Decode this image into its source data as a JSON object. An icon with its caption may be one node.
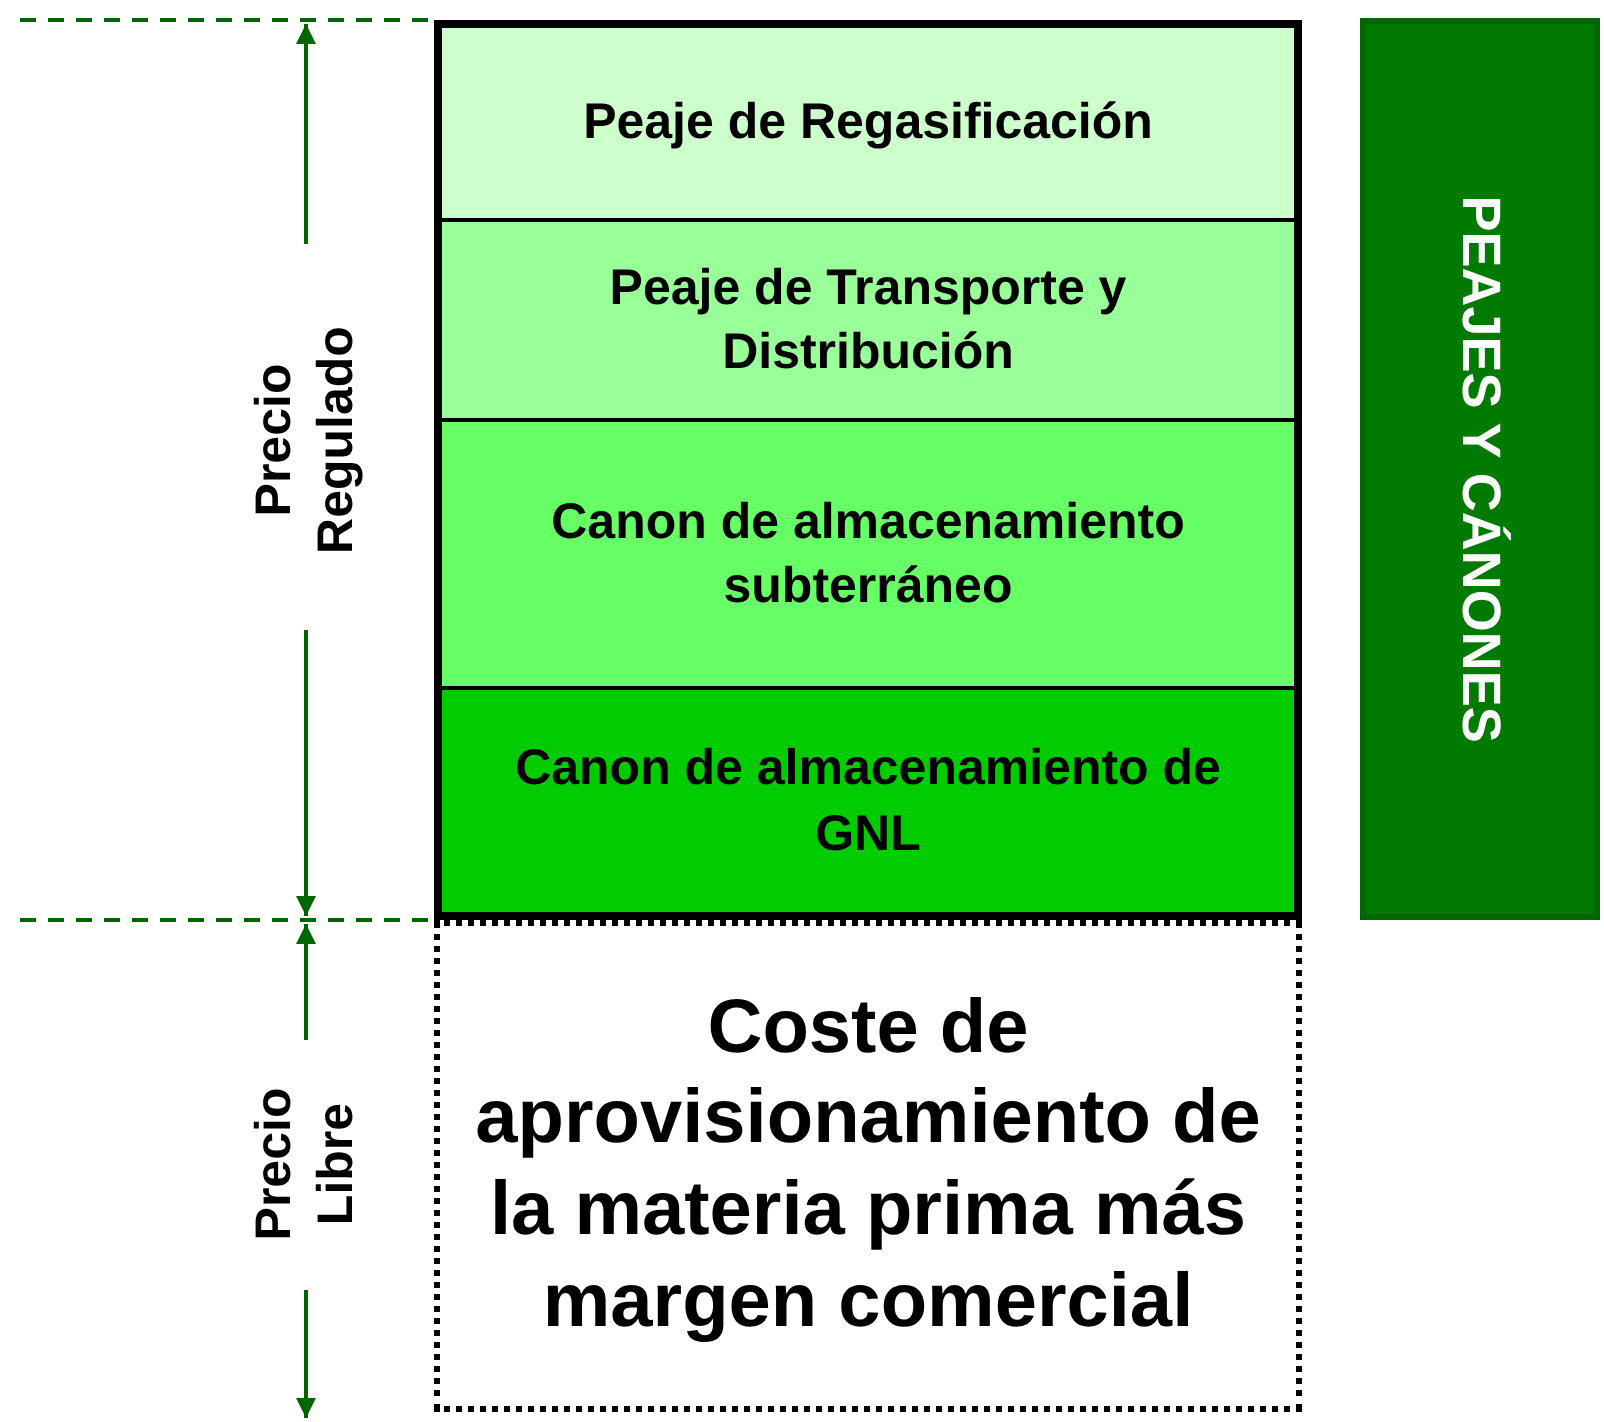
{
  "diagram": {
    "nodes": [
      {
        "text": [
          "Peaje de Regasificación"
        ]
      },
      {
        "text": [
          "Peaje de Transporte y Distribución"
        ]
      },
      {
        "text": [
          "Canon de almacenamiento subterráneo"
        ]
      },
      {
        "text": [
          "Canon de almacenamiento de GNL"
        ]
      },
      {
        "text": [
          "Coste de aprovisionamiento de la materia prima más margen comercial"
        ]
      },
      {
        "text": [
          "PEAJES Y CÁNONES"
        ]
      }
    ],
    "labels": [
      "Precio Regulado",
      "Precio Libre"
    ]
  }
}
